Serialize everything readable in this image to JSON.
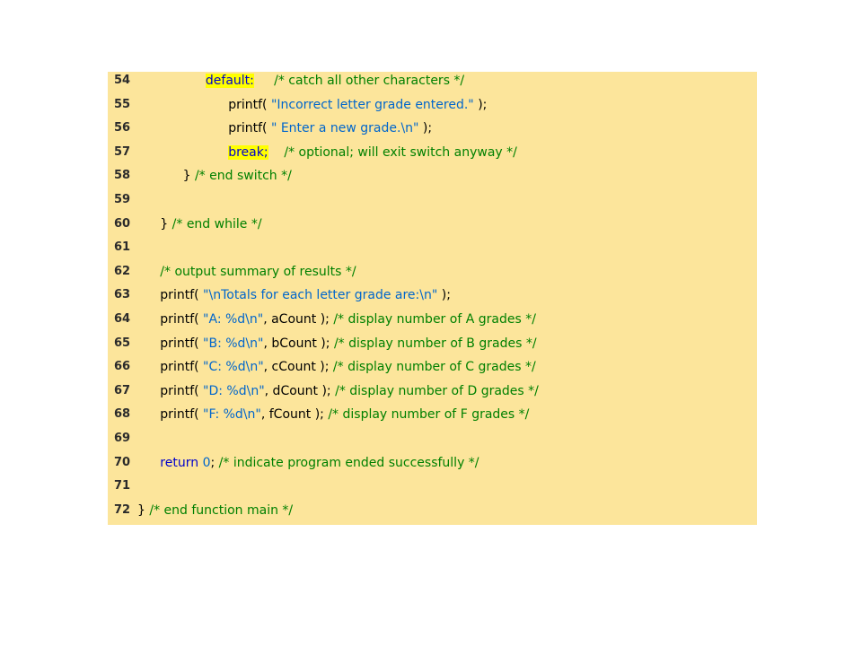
{
  "code_panel": {
    "background": "#fce59b",
    "colors": {
      "plain": "#000000",
      "keyword": "#0000cc",
      "string": "#0066cc",
      "comment": "#008000",
      "highlight": "#ffff00"
    },
    "lines": [
      {
        "number": "54",
        "indent": 3,
        "tokens": [
          {
            "type": "hl-keyword",
            "text": "default:"
          },
          {
            "type": "plain",
            "text": "     "
          },
          {
            "type": "comment",
            "text": "/* catch all other characters */"
          }
        ]
      },
      {
        "number": "55",
        "indent": 4,
        "tokens": [
          {
            "type": "plain",
            "text": "printf( "
          },
          {
            "type": "string",
            "text": "\"Incorrect letter grade entered.\""
          },
          {
            "type": "plain",
            "text": " );"
          }
        ]
      },
      {
        "number": "56",
        "indent": 4,
        "tokens": [
          {
            "type": "plain",
            "text": "printf( "
          },
          {
            "type": "string",
            "text": "\" Enter a new grade.\\n\""
          },
          {
            "type": "plain",
            "text": " );"
          }
        ]
      },
      {
        "number": "57",
        "indent": 4,
        "tokens": [
          {
            "type": "hl-keyword",
            "text": "break;"
          },
          {
            "type": "plain",
            "text": "    "
          },
          {
            "type": "comment",
            "text": "/* optional; will exit switch anyway */"
          }
        ]
      },
      {
        "number": "58",
        "indent": 2,
        "tokens": [
          {
            "type": "plain",
            "text": "} "
          },
          {
            "type": "comment",
            "text": "/* end switch */"
          }
        ]
      },
      {
        "number": "59",
        "indent": 0,
        "tokens": []
      },
      {
        "number": "60",
        "indent": 1,
        "tokens": [
          {
            "type": "plain",
            "text": "} "
          },
          {
            "type": "comment",
            "text": "/* end while */"
          }
        ]
      },
      {
        "number": "61",
        "indent": 0,
        "tokens": []
      },
      {
        "number": "62",
        "indent": 1,
        "tokens": [
          {
            "type": "comment",
            "text": "/* output summary of results */"
          }
        ]
      },
      {
        "number": "63",
        "indent": 1,
        "tokens": [
          {
            "type": "plain",
            "text": "printf( "
          },
          {
            "type": "string",
            "text": "\"\\nTotals for each letter grade are:\\n\""
          },
          {
            "type": "plain",
            "text": " );"
          }
        ]
      },
      {
        "number": "64",
        "indent": 1,
        "tokens": [
          {
            "type": "plain",
            "text": "printf( "
          },
          {
            "type": "string",
            "text": "\"A: %d\\n\""
          },
          {
            "type": "plain",
            "text": ", aCount ); "
          },
          {
            "type": "comment",
            "text": "/* display number of A grades */"
          }
        ]
      },
      {
        "number": "65",
        "indent": 1,
        "tokens": [
          {
            "type": "plain",
            "text": "printf( "
          },
          {
            "type": "string",
            "text": "\"B: %d\\n\""
          },
          {
            "type": "plain",
            "text": ", bCount ); "
          },
          {
            "type": "comment",
            "text": "/* display number of B grades */"
          }
        ]
      },
      {
        "number": "66",
        "indent": 1,
        "tokens": [
          {
            "type": "plain",
            "text": "printf( "
          },
          {
            "type": "string",
            "text": "\"C: %d\\n\""
          },
          {
            "type": "plain",
            "text": ", cCount ); "
          },
          {
            "type": "comment",
            "text": "/* display number of C grades */"
          }
        ]
      },
      {
        "number": "67",
        "indent": 1,
        "tokens": [
          {
            "type": "plain",
            "text": "printf( "
          },
          {
            "type": "string",
            "text": "\"D: %d\\n\""
          },
          {
            "type": "plain",
            "text": ", dCount ); "
          },
          {
            "type": "comment",
            "text": "/* display number of D grades */"
          }
        ]
      },
      {
        "number": "68",
        "indent": 1,
        "tokens": [
          {
            "type": "plain",
            "text": "printf( "
          },
          {
            "type": "string",
            "text": "\"F: %d\\n\""
          },
          {
            "type": "plain",
            "text": ", fCount ); "
          },
          {
            "type": "comment",
            "text": "/* display number of F grades */"
          }
        ]
      },
      {
        "number": "69",
        "indent": 0,
        "tokens": []
      },
      {
        "number": "70",
        "indent": 1,
        "tokens": [
          {
            "type": "keyword",
            "text": "return"
          },
          {
            "type": "plain",
            "text": " "
          },
          {
            "type": "number",
            "text": "0"
          },
          {
            "type": "plain",
            "text": "; "
          },
          {
            "type": "comment",
            "text": "/* indicate program ended successfully */"
          }
        ]
      },
      {
        "number": "71",
        "indent": 0,
        "tokens": []
      },
      {
        "number": "72",
        "indent": 0,
        "tokens": [
          {
            "type": "plain",
            "text": "} "
          },
          {
            "type": "comment",
            "text": "/* end function main */"
          }
        ]
      }
    ]
  }
}
